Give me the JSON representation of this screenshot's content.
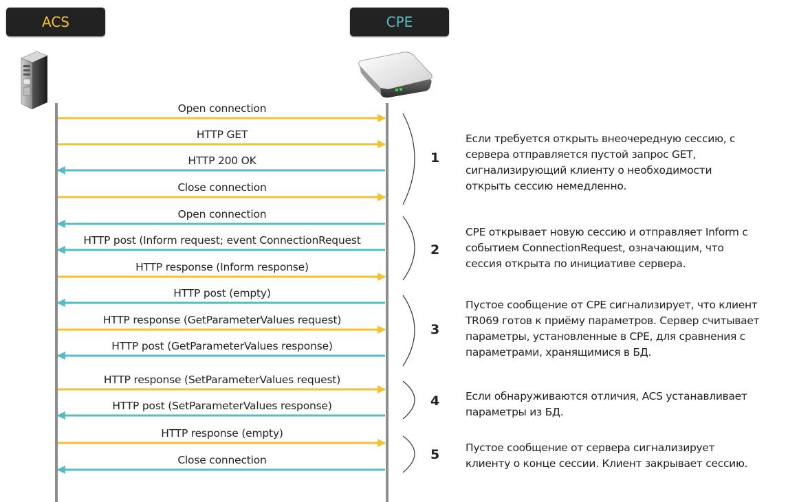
{
  "participants": {
    "acs_label": "ACS",
    "cpe_label": "CPE",
    "acs_color": "#f3c131",
    "cpe_color": "#55bcc6"
  },
  "messages": [
    {
      "text": "Open connection",
      "direction": "acs-to-cpe"
    },
    {
      "text": "HTTP GET",
      "direction": "acs-to-cpe"
    },
    {
      "text": "HTTP 200 OK",
      "direction": "cpe-to-acs"
    },
    {
      "text": "Close connection",
      "direction": "acs-to-cpe"
    },
    {
      "text": "Open connection",
      "direction": "cpe-to-acs"
    },
    {
      "text": "HTTP post (Inform request; event ConnectionRequest",
      "direction": "cpe-to-acs"
    },
    {
      "text": "HTTP response  (Inform response)",
      "direction": "acs-to-cpe"
    },
    {
      "text": "HTTP post (empty)",
      "direction": "cpe-to-acs"
    },
    {
      "text": "HTTP response  (GetParameterValues request)",
      "direction": "acs-to-cpe"
    },
    {
      "text": "HTTP post (GetParameterValues response)",
      "direction": "cpe-to-acs"
    },
    {
      "text": "HTTP response  (SetParameterValues request)",
      "direction": "acs-to-cpe"
    },
    {
      "text": "HTTP post (SetParameterValues response)",
      "direction": "cpe-to-acs"
    },
    {
      "text": "HTTP response (empty)",
      "direction": "acs-to-cpe"
    },
    {
      "text": "Close connection",
      "direction": "cpe-to-acs"
    }
  ],
  "steps": [
    {
      "number": "1",
      "text": "Если требуется открыть внеочередную сессию, с\nсервера отправляется пустой запрос GET,\nсигнализирующий клиенту о необходимости\nоткрыть сессию немедленно."
    },
    {
      "number": "2",
      "text": "CPE открывает новую сессию и отправляет Inform с\nсобытием ConnectionRequest, означающим, что\nсессия открыта по инициативе сервера."
    },
    {
      "number": "3",
      "text": "Пустое сообщение от CPE сигнализирует, что клиент\nTR069 готов к приёму параметров. Сервер считывает\nпараметры, установленные в CPE,  для сравнения с\nпараметрами, хранящимися в БД."
    },
    {
      "number": "4",
      "text": "Если обнаруживаются отличия, ACS устанавливает\nпараметры из БД."
    },
    {
      "number": "5",
      "text": "Пустое сообщение от сервера сигнализирует\nклиенту о конце сессии. Клиент закрывает сессию."
    }
  ]
}
